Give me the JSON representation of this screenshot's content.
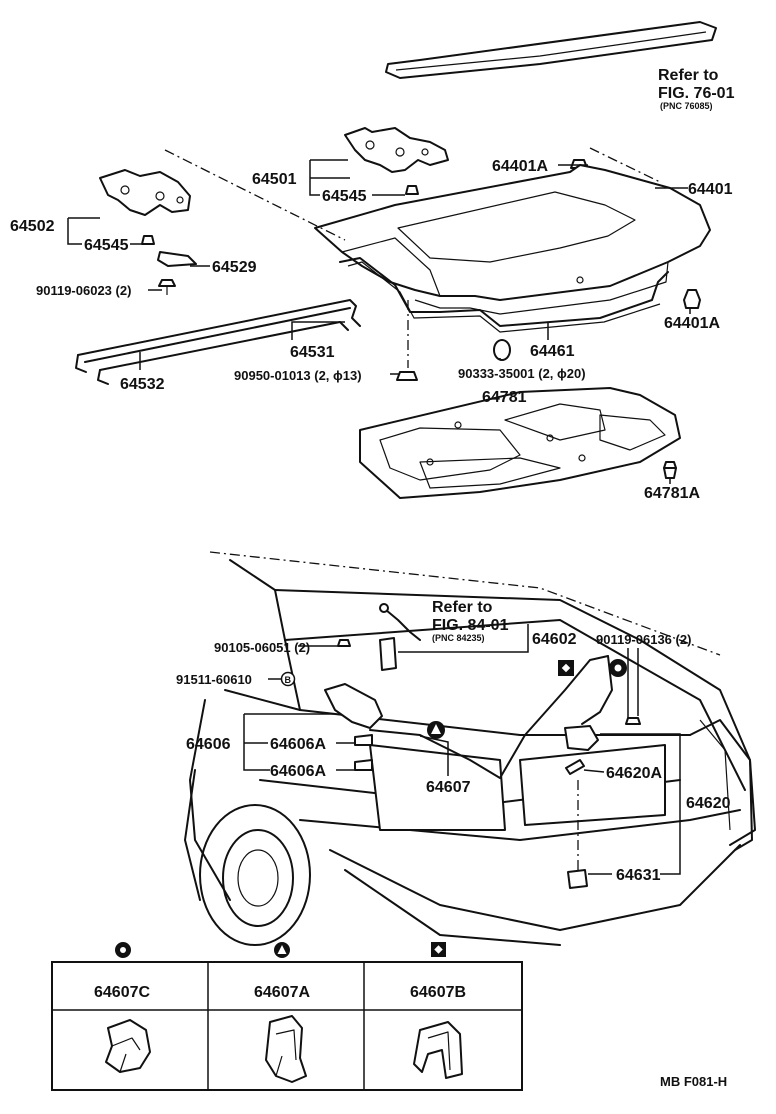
{
  "parts": {
    "p64401": "64401",
    "p64401A_top": "64401A",
    "p64401A_right": "64401A",
    "p64501": "64501",
    "p64545_top": "64545",
    "p64545_left": "64545",
    "p64502": "64502",
    "p64529": "64529",
    "p90119_06023": "90119-06023 (2)",
    "p64531": "64531",
    "p64532": "64532",
    "p90950": "90950-01013 (2, ϕ13)",
    "p90333": "90333-35001 (2, ϕ20)",
    "p64461": "64461",
    "p64781": "64781",
    "p64781A": "64781A",
    "p90105": "90105-06051 (2)",
    "p91511": "91511-60610",
    "p64602": "64602",
    "p90119_06136": "90119-06136 (2)",
    "p64606": "64606",
    "p64606A_1": "64606A",
    "p64606A_2": "64606A",
    "p64607": "64607",
    "p64620A": "64620A",
    "p64620": "64620",
    "p64631": "64631"
  },
  "refs": {
    "ref1_line1": "Refer to",
    "ref1_line2": "FIG. 76-01",
    "ref1_line3": "(PNC 76085)",
    "ref2_line1": "Refer to",
    "ref2_line2": "FIG. 84-01",
    "ref2_line3": "(PNC 84235)"
  },
  "marker_letters": {
    "m91511": "B"
  },
  "clip_table": {
    "col1": "64607C",
    "col2": "64607A",
    "col3": "64607B"
  },
  "footer_code": "MB  F081-H"
}
